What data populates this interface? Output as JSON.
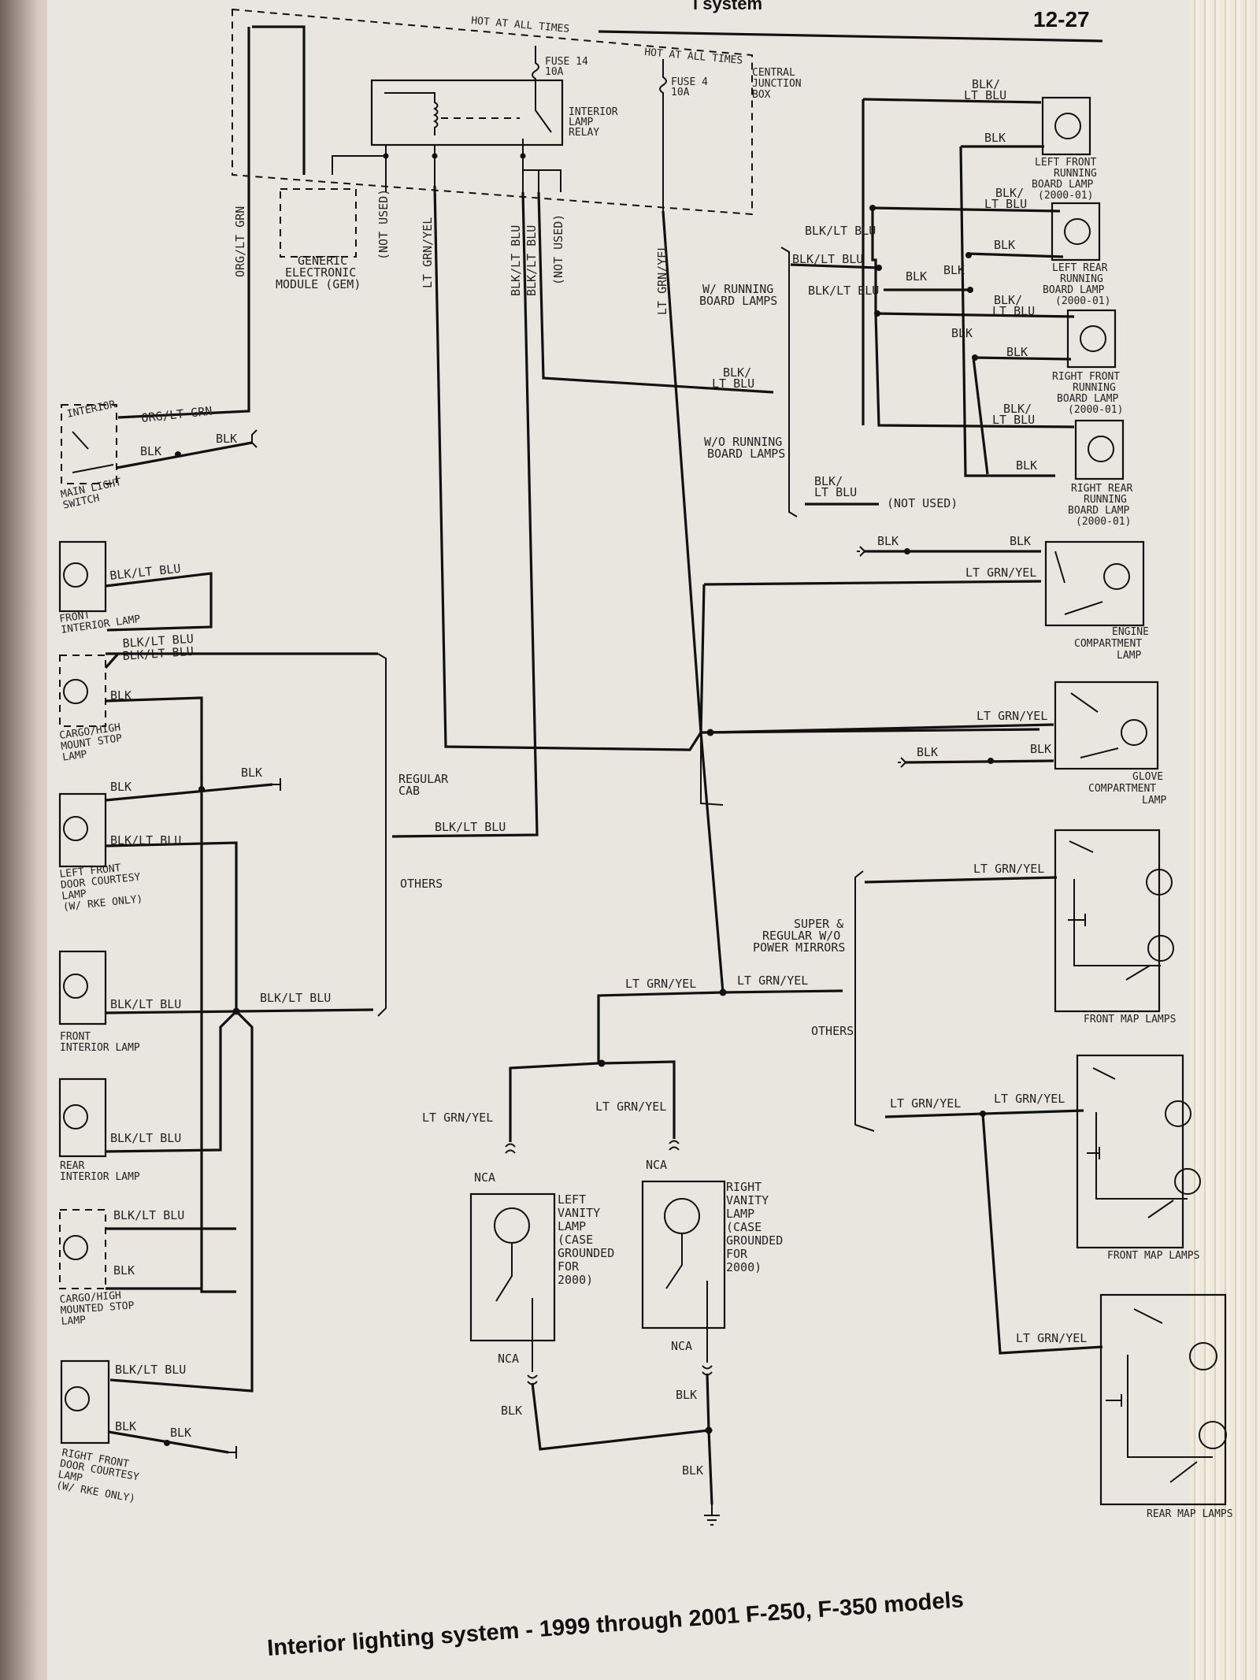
{
  "header": {
    "section": "l system",
    "page_number": "12-27"
  },
  "caption": "Interior lighting system - 1999 through 2001 F-250, F-350 models",
  "junction_box": {
    "hot_label_1": "HOT AT ALL TIMES",
    "hot_label_2": "HOT AT ALL TIMES",
    "fuse_14": [
      "FUSE 14",
      "10A"
    ],
    "fuse_4": [
      "FUSE 4",
      "10A"
    ],
    "name": [
      "CENTRAL",
      "JUNCTION",
      "BOX"
    ],
    "relay": [
      "INTERIOR",
      "LAMP",
      "RELAY"
    ],
    "gem": [
      "GENERIC",
      "ELECTRONIC",
      "MODULE (GEM)"
    ]
  },
  "vertical_wires": {
    "org_lt_grn": "ORG/LT GRN",
    "not_used_1": "(NOT USED)",
    "lt_grn_yel_1": "LT GRN/YEL",
    "blk_lt_blu_v1": "BLK/LT BLU",
    "blk_lt_blu_v2": "BLK/LT BLU",
    "not_used_2": "(NOT USED)",
    "lt_grn_yel_2": "LT GRN/YEL"
  },
  "left_components": {
    "switch_tag": "INTERIOR",
    "main_light_switch": [
      "MAIN LIGHT",
      "SWITCH"
    ],
    "front_interior_lamp_1": [
      "FRONT",
      "INTERIOR LAMP"
    ],
    "cargo_lamp_1": [
      "CARGO/HIGH",
      "MOUNT STOP",
      "LAMP"
    ],
    "left_front_door": [
      "LEFT FRONT",
      "DOOR COURTESY",
      "LAMP",
      "(W/ RKE ONLY)"
    ],
    "front_interior_lamp_2": [
      "FRONT",
      "INTERIOR LAMP"
    ],
    "rear_interior_lamp": [
      "REAR",
      "INTERIOR LAMP"
    ],
    "cargo_lamp_2": [
      "CARGO/HIGH",
      "MOUNTED STOP",
      "LAMP"
    ],
    "right_front_door": [
      "RIGHT FRONT",
      "DOOR COURTESY",
      "LAMP",
      "(W/ RKE ONLY)"
    ]
  },
  "left_wire_labels": {
    "org_lt_grn": "ORG/LT GRN",
    "blk_a": "BLK",
    "blk_b": "BLK",
    "blk_lt_blu_1": "BLK/LT BLU",
    "blk_lt_blu_2": "BLK/LT BLU",
    "blk_lt_blu_3": "BLK/LT BLU",
    "blk_cargo": "BLK",
    "blk_door": "BLK",
    "blk_ground": "BLK",
    "blk_lt_blu_door": "BLK/LT BLU",
    "blk_lt_blu_fi2": "BLK/LT BLU",
    "blk_lt_blu_junction": "BLK/LT BLU",
    "blk_lt_blu_rear": "BLK/LT BLU",
    "blk_lt_blu_cargo2": "BLK/LT BLU",
    "blk_cargo2": "BLK",
    "blk_lt_blu_rfd": "BLK/LT BLU",
    "blk_rfd_1": "BLK",
    "blk_rfd_2": "BLK"
  },
  "center_labels": {
    "regular_cab": [
      "REGULAR",
      "CAB"
    ],
    "others_1": "OTHERS",
    "blk_lt_blu_regular": "BLK/LT BLU",
    "lt_grn_yel_h1": "LT GRN/YEL",
    "lt_grn_yel_h2": "LT GRN/YEL",
    "lt_grn_yel_left_vanity": "LT GRN/YEL",
    "lt_grn_yel_right_vanity": "LT GRN/YEL",
    "nca_1": "NCA",
    "nca_2": "NCA",
    "nca_3": "NCA",
    "nca_4": "NCA",
    "left_vanity": [
      "LEFT",
      "VANITY",
      "LAMP",
      "(CASE",
      "GROUNDED",
      "FOR",
      "2000)"
    ],
    "right_vanity": [
      "RIGHT",
      "VANITY",
      "LAMP",
      "(CASE",
      "GROUNDED",
      "FOR",
      "2000)"
    ],
    "blk_v1": "BLK",
    "blk_v2": "BLK",
    "blk_v3": "BLK"
  },
  "running_board": {
    "with": [
      "W/ RUNNING",
      "BOARD LAMPS"
    ],
    "without": [
      "W/O RUNNING",
      "BOARD LAMPS"
    ],
    "not_used": "(NOT USED)",
    "lf_lamp": [
      "LEFT FRONT",
      "RUNNING",
      "BOARD LAMP",
      "(2000-01)"
    ],
    "lr_lamp": [
      "LEFT REAR",
      "RUNNING",
      "BOARD LAMP",
      "(2000-01)"
    ],
    "rf_lamp": [
      "RIGHT FRONT",
      "RUNNING",
      "BOARD LAMP",
      "(2000-01)"
    ],
    "rr_lamp": [
      "RIGHT REAR",
      "RUNNING",
      "BOARD LAMP",
      "(2000-01)"
    ],
    "w1": [
      "BLK/",
      "LT BLU"
    ],
    "w2": "BLK",
    "w3": "BLK/LT BLU",
    "w4": [
      "BLK/",
      "LT BLU"
    ],
    "w5": "BLK",
    "w6": "BLK/LT BLU",
    "w7": "BLK",
    "w8": "BLK",
    "w9": "BLK/LT BLU",
    "w10": [
      "BLK/",
      "LT BLU"
    ],
    "w11": "BLK",
    "w12": "BLK",
    "w13": [
      "BLK/",
      "LT BLU"
    ],
    "w14": "BLK",
    "w15": [
      "BLK/",
      "LT BLU"
    ],
    "w16": [
      "BLK/",
      "LT BLU"
    ]
  },
  "right_components": {
    "engine_lamp": [
      "ENGINE",
      "COMPARTMENT",
      "LAMP"
    ],
    "glove_lamp": [
      "GLOVE",
      "COMPARTMENT",
      "LAMP"
    ],
    "front_map_1": "FRONT MAP LAMPS",
    "front_map_2": "FRONT MAP LAMPS",
    "rear_map": "REAR MAP LAMPS",
    "super_regular": [
      "SUPER &",
      "REGULAR W/O",
      "POWER MIRRORS"
    ],
    "others_2": "OTHERS",
    "blk_e1": "BLK",
    "blk_e2": "BLK",
    "ltgy_e": "LT GRN/YEL",
    "ltgy_g": "LT GRN/YEL",
    "blk_g1": "BLK",
    "blk_g2": "BLK",
    "ltgy_m1": "LT GRN/YEL",
    "ltgy_m2a": "LT GRN/YEL",
    "ltgy_m2b": "LT GRN/YEL",
    "ltgy_r": "LT GRN/YEL"
  }
}
